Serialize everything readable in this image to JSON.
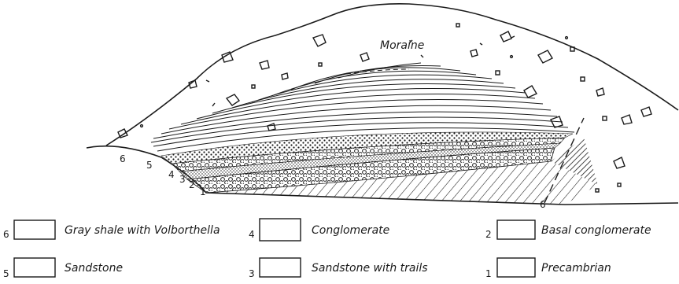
{
  "diagram": {
    "moraine_label": "Moraine",
    "layer_numbers": [
      "1",
      "2",
      "3",
      "4",
      "5",
      "6",
      "6"
    ]
  },
  "legend": [
    {
      "number": "6",
      "label": "Gray shale with Volborthella",
      "pattern": "diagonal-dense"
    },
    {
      "number": "4",
      "label": "Conglomerate",
      "pattern": "circles"
    },
    {
      "number": "2",
      "label": "Basal conglomerate",
      "pattern": "circles"
    },
    {
      "number": "5",
      "label": "Sandstone",
      "pattern": "dots-dense"
    },
    {
      "number": "3",
      "label": "Sandstone with trails",
      "pattern": "dots-fine"
    },
    {
      "number": "1",
      "label": "Precambrian",
      "pattern": "diagonal-sparse"
    }
  ]
}
